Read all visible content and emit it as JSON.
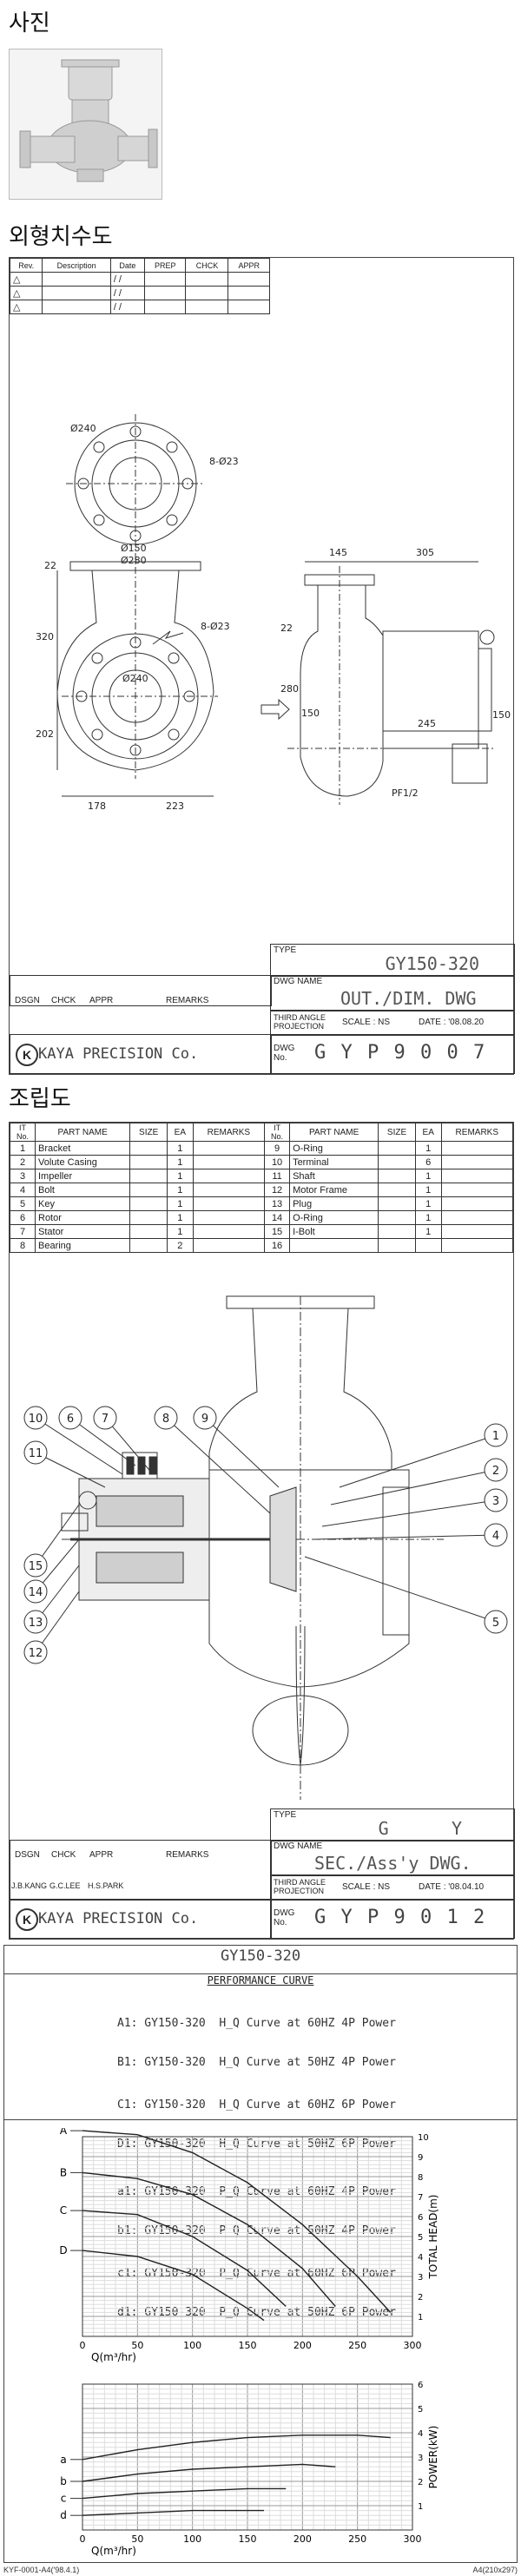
{
  "sections": {
    "photo": "사진",
    "outline": "외형치수도",
    "assembly": "조립도"
  },
  "rev_table": {
    "headers": [
      "Rev.",
      "Description",
      "Date",
      "PREP",
      "CHCK",
      "APPR"
    ],
    "rows": [
      [
        "△",
        "",
        "/ /",
        "",
        "",
        ""
      ],
      [
        "△",
        "",
        "/ /",
        "",
        "",
        ""
      ],
      [
        "△",
        "",
        "/ /",
        "",
        "",
        ""
      ]
    ]
  },
  "outline_dims": {
    "d240_top": "Ø240",
    "holes_top": "8-Ø23",
    "d150": "Ø150",
    "d280": "Ø280",
    "v22": "22",
    "v320": "320",
    "holes_side": "8-Ø23",
    "d240_side": "Ø240",
    "v202": "202",
    "h178": "178",
    "h223": "223",
    "h145": "145",
    "h305": "305",
    "v22b": "22",
    "v280": "280",
    "v150a": "150",
    "h245": "245",
    "v150b": "150",
    "pf": "PF1/2"
  },
  "title_block_1": {
    "type_label": "TYPE",
    "type_value": "GY150-320",
    "dwg_name_label": "DWG NAME",
    "dwg_name_value": "OUT./DIM. DWG",
    "third_angle": "THIRD ANGLE PROJECTION",
    "scale": "SCALE :  NS",
    "date": "DATE : '08.08.20",
    "dwg_no_label": "DWG No.",
    "dwg_no": "G Y P 9 0 0 7",
    "dsgn": "DSGN",
    "chck": "CHCK",
    "appr": "APPR",
    "remarks": "REMARKS",
    "company": "KAYA PRECISION Co."
  },
  "parts_table": {
    "headers": [
      "IT No.",
      "PART NAME",
      "SIZE",
      "EA",
      "REMARKS",
      "IT No.",
      "PART NAME",
      "SIZE",
      "EA",
      "REMARKS"
    ],
    "rows": [
      [
        "1",
        "Bracket",
        "",
        "1",
        "",
        "9",
        "O-Ring",
        "",
        "1",
        ""
      ],
      [
        "2",
        "Volute Casing",
        "",
        "1",
        "",
        "10",
        "Terminal",
        "",
        "6",
        ""
      ],
      [
        "3",
        "Impeller",
        "",
        "1",
        "",
        "11",
        "Shaft",
        "",
        "1",
        ""
      ],
      [
        "4",
        "Bolt",
        "",
        "1",
        "",
        "12",
        "Motor Frame",
        "",
        "1",
        ""
      ],
      [
        "5",
        "Key",
        "",
        "1",
        "",
        "13",
        "Plug",
        "",
        "1",
        ""
      ],
      [
        "6",
        "Rotor",
        "",
        "1",
        "",
        "14",
        "O-Ring",
        "",
        "1",
        ""
      ],
      [
        "7",
        "Stator",
        "",
        "1",
        "",
        "15",
        "I-Bolt",
        "",
        "1",
        ""
      ],
      [
        "8",
        "Bearing",
        "",
        "2",
        "",
        "16",
        "",
        "",
        "",
        ""
      ]
    ]
  },
  "balloons": [
    "10",
    "6",
    "7",
    "8",
    "9",
    "11",
    "1",
    "2",
    "3",
    "4",
    "5",
    "15",
    "14",
    "13",
    "12"
  ],
  "title_block_2": {
    "type_label": "TYPE",
    "type_value": "G      Y",
    "dwg_name_label": "DWG NAME",
    "dwg_name_value": "SEC./Ass'y DWG.",
    "third_angle": "THIRD ANGLE PROJECTION",
    "scale": "SCALE :  NS",
    "date": "DATE : '08.04.10",
    "dwg_no_label": "DWG No.",
    "dwg_no": "G Y P 9 0 1 2",
    "dsgn": "DSGN",
    "chck": "CHCK",
    "appr": "APPR",
    "remarks": "REMARKS",
    "dsgn_name": "J.B.KANG",
    "chck_name": "G.C.LEE",
    "appr_name": "H.S.PARK",
    "company": "KAYA PRECISION Co."
  },
  "performance": {
    "model": "GY150-320",
    "subtitle": "PERFORMANCE CURVE",
    "legend": [
      "A1: GY150-320  H_Q Curve at 60HZ 4P Power",
      "B1: GY150-320  H_Q Curve at 50HZ 4P Power",
      "C1: GY150-320  H_Q Curve at 60HZ 6P Power",
      "D1: GY150-320  H_Q Curve at 50HZ 6P Power",
      "a1: GY150-320  P_Q Curve at 60HZ 4P Power",
      "b1: GY150-320  P_Q Curve at 50HZ 4P Power",
      "c1: GY150-320  P_Q Curve at 60HZ 6P Power",
      "d1: GY150-320  P_Q Curve at 50HZ 6P Power"
    ]
  },
  "chart_data": [
    {
      "type": "line",
      "xlabel": "Q(m³/hr)",
      "ylabel": "TOTAL HEAD(m)",
      "xlim": [
        0,
        300
      ],
      "ylim": [
        0,
        10
      ],
      "x_ticks": [
        "0",
        "50",
        "100",
        "150",
        "200",
        "250",
        "300"
      ],
      "y_ticks": [
        "1",
        "2",
        "3",
        "4",
        "5",
        "6",
        "7",
        "8",
        "9",
        "10"
      ],
      "grid": true,
      "series": [
        {
          "name": "A",
          "x": [
            0,
            50,
            100,
            150,
            200,
            250,
            280
          ],
          "y": [
            10.3,
            10.1,
            9.2,
            7.7,
            5.6,
            3.0,
            1.2
          ]
        },
        {
          "name": "B",
          "x": [
            0,
            50,
            100,
            150,
            200,
            230
          ],
          "y": [
            8.2,
            7.9,
            7.1,
            5.6,
            3.4,
            1.5
          ]
        },
        {
          "name": "C",
          "x": [
            0,
            50,
            100,
            150,
            185
          ],
          "y": [
            6.3,
            6.1,
            5.0,
            3.3,
            1.5
          ]
        },
        {
          "name": "D",
          "x": [
            0,
            50,
            100,
            150,
            165
          ],
          "y": [
            4.3,
            4.0,
            3.1,
            1.4,
            0.8
          ]
        }
      ]
    },
    {
      "type": "line",
      "xlabel": "Q(m³/hr)",
      "ylabel": "POWER(kW)",
      "xlim": [
        0,
        300
      ],
      "ylim": [
        0,
        6
      ],
      "x_ticks": [
        "0",
        "50",
        "100",
        "150",
        "200",
        "250",
        "300"
      ],
      "y_ticks": [
        "1",
        "2",
        "3",
        "4",
        "5",
        "6"
      ],
      "grid": true,
      "series": [
        {
          "name": "a",
          "x": [
            0,
            50,
            100,
            150,
            200,
            250,
            280
          ],
          "y": [
            2.9,
            3.3,
            3.6,
            3.8,
            3.9,
            3.9,
            3.8
          ]
        },
        {
          "name": "b",
          "x": [
            0,
            50,
            100,
            150,
            200,
            230
          ],
          "y": [
            2.0,
            2.3,
            2.5,
            2.6,
            2.7,
            2.6
          ]
        },
        {
          "name": "c",
          "x": [
            0,
            50,
            100,
            150,
            185
          ],
          "y": [
            1.3,
            1.5,
            1.6,
            1.7,
            1.7
          ]
        },
        {
          "name": "d",
          "x": [
            0,
            50,
            100,
            150,
            165
          ],
          "y": [
            0.6,
            0.7,
            0.8,
            0.8,
            0.8
          ]
        }
      ]
    }
  ],
  "footer": {
    "left": "KYF-0001-A4('98.4.1)",
    "right": "A4(210x297)"
  }
}
